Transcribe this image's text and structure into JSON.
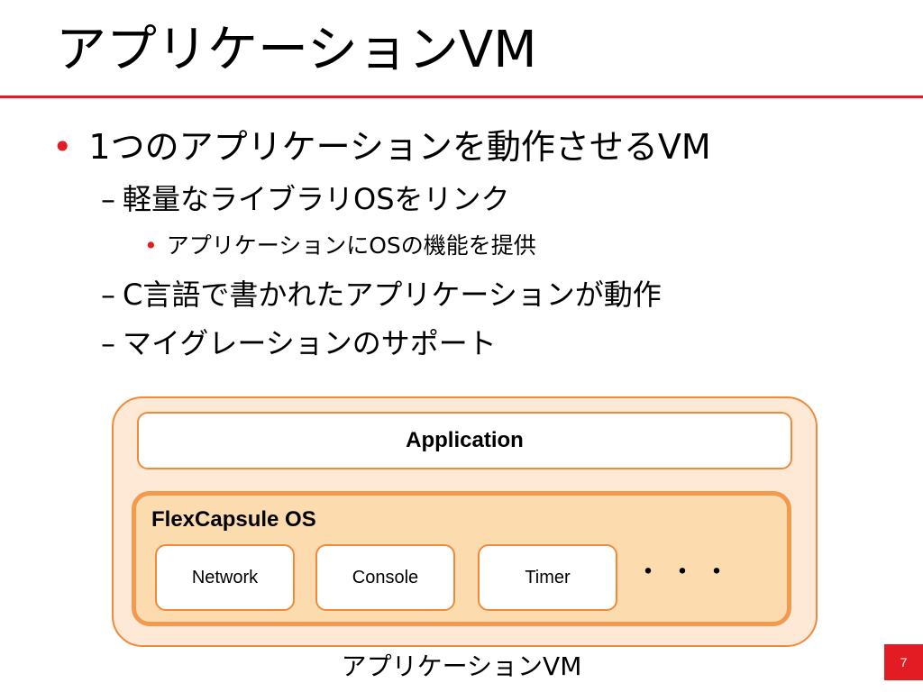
{
  "slide": {
    "title": "アプリケーションVM",
    "page_number": "7"
  },
  "bullets": {
    "level1_marker": "•",
    "level2_marker": "–",
    "level3_marker": "•",
    "b1": "1つのアプリケーションを動作させるVM",
    "b1_sub1": "軽量なライブラリOSをリンク",
    "b1_sub1_sub1": "アプリケーションにOSの機能を提供",
    "b1_sub2": "C言語で書かれたアプリケーションが動作",
    "b1_sub3": "マイグレーションのサポート"
  },
  "diagram": {
    "application_label": "Application",
    "os_label": "FlexCapsule OS",
    "modules": [
      "Network",
      "Console",
      "Timer"
    ],
    "more": "・・・",
    "caption": "アプリケーションVM"
  },
  "colors": {
    "accent_red": "#e31b23",
    "outer_fill": "#fde9d6",
    "os_fill": "#fcdcae",
    "orange_border": "#f08a3a"
  }
}
